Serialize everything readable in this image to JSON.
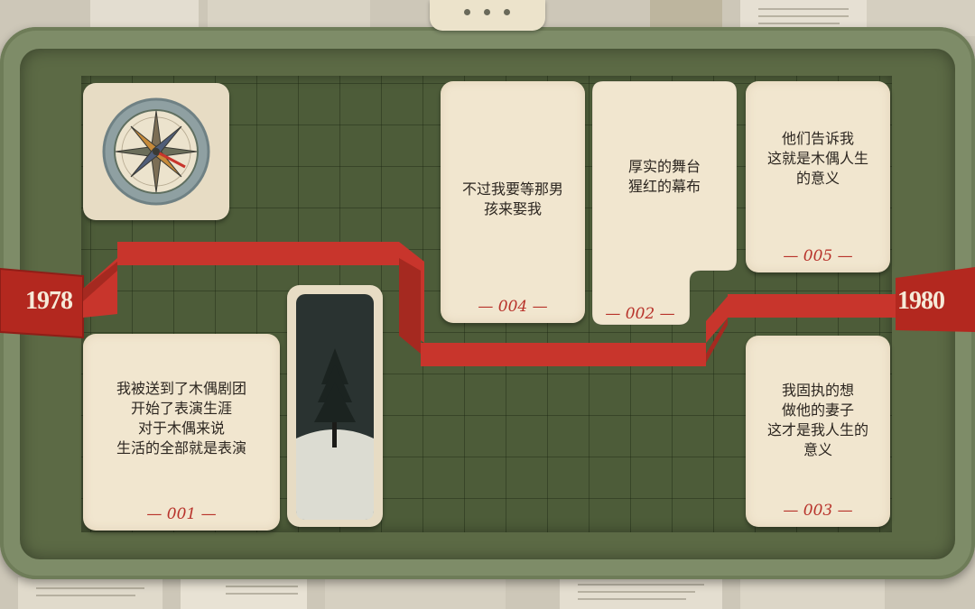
{
  "timeline": {
    "start_year": "1978",
    "end_year": "1980",
    "ribbon_color": "#c8352c"
  },
  "cards": [
    {
      "id": "001",
      "number": "— 001 —",
      "text": "我被送到了木偶剧团\n开始了表演生涯\n对于木偶来说\n生活的全部就是表演"
    },
    {
      "id": "002",
      "number": "— 002 —",
      "text": "厚实的舞台\n猩红的幕布"
    },
    {
      "id": "003",
      "number": "— 003 —",
      "text": "我固执的想\n做他的妻子\n这才是我人生的\n意义"
    },
    {
      "id": "004",
      "number": "— 004 —",
      "text": "不过我要等那男\n孩来娶我"
    },
    {
      "id": "005",
      "number": "— 005 —",
      "text": "他们告诉我\n这就是木偶人生\n的意义"
    }
  ],
  "tiles": {
    "compass": "compass-icon",
    "tree": "pine-tree-icon"
  }
}
